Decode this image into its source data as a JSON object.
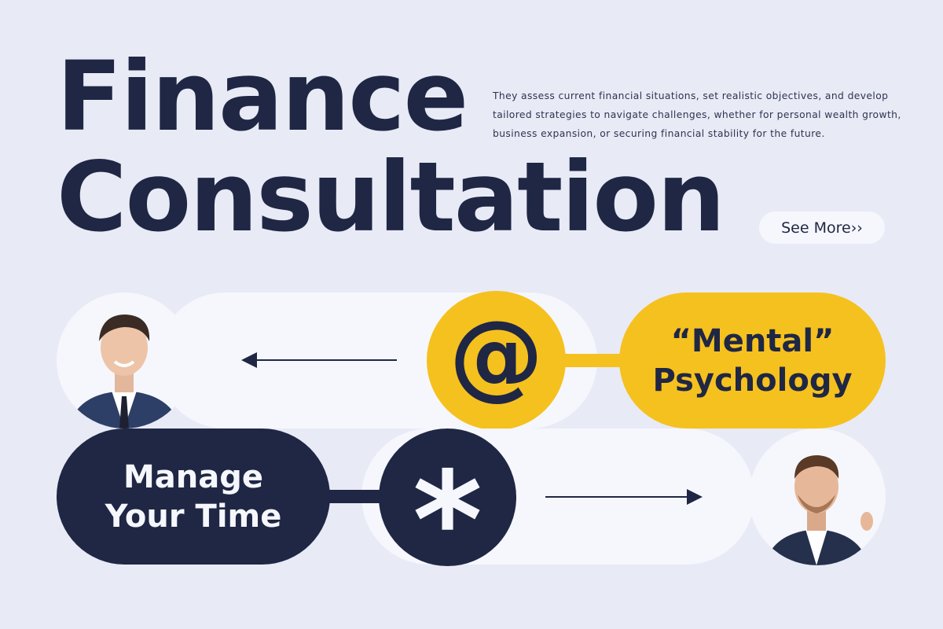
{
  "title": {
    "line1": "Finance",
    "line2": "Consultation"
  },
  "description": "They assess current financial situations, set realistic objectives, and develop tailored strategies to navigate challenges, whether for personal wealth growth, business expansion, or securing financial stability for the future.",
  "see_more_label": "See More››",
  "card_top": {
    "symbol": "@",
    "line1": "“Mental”",
    "line2": "Psychology"
  },
  "card_bottom": {
    "symbol": "*",
    "line1": "Manage",
    "line2": "Your Time"
  },
  "colors": {
    "background": "#e8eaf6",
    "navy": "#1f2744",
    "yellow": "#f5c11f",
    "light": "#f6f7fc"
  }
}
